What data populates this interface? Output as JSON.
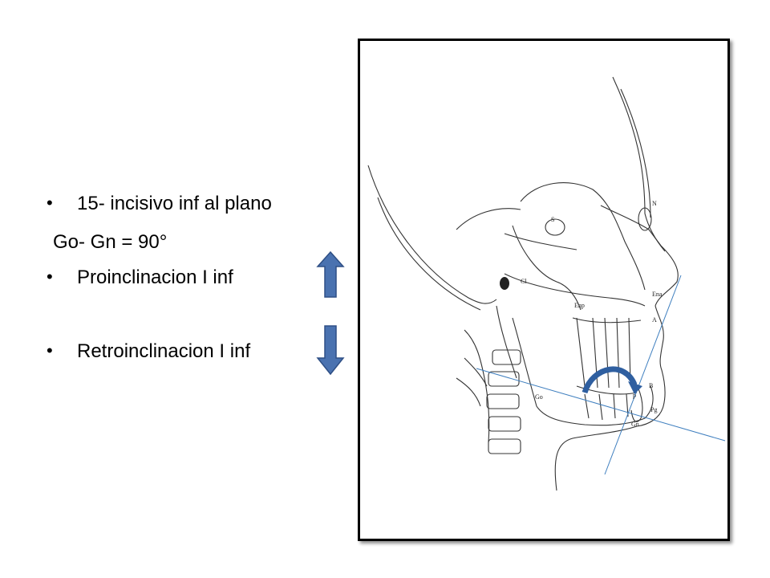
{
  "bullets": {
    "item1": "15- incisivo inf al plano",
    "item1_sub": "Go- Gn = 90°",
    "item2": "Proinclinacion I inf",
    "item3": "Retroinclinacion I inf"
  },
  "arrows": {
    "up_icon": "arrow-up-icon",
    "down_icon": "arrow-down-icon",
    "color": "#4a72b0"
  },
  "tracing": {
    "landmarks": {
      "N": "N",
      "S": "S",
      "Cl": "Cl",
      "Enp": "Enp",
      "Ena": "Ena",
      "A": "A",
      "B": "B",
      "Go": "Go",
      "Pg": "Pg",
      "Gn": "Gn",
      "p": "p"
    },
    "line_color": "#3f7fbf",
    "curve_arrow_color": "#2f5fa0"
  }
}
